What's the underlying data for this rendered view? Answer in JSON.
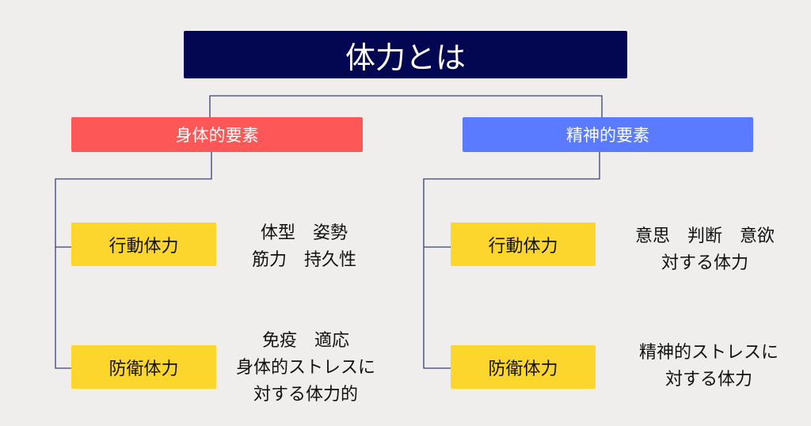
{
  "title": "体力とは",
  "categories": [
    {
      "label": "身体的要素",
      "color": "#fe5757",
      "items": [
        {
          "label": "行動体力",
          "desc": [
            "体型　姿勢",
            "筋力　持久性"
          ]
        },
        {
          "label": "防衛体力",
          "desc": [
            "免疫　適応",
            "身体的ストレスに",
            "対する体力的"
          ]
        }
      ]
    },
    {
      "label": "精神的要素",
      "color": "#5a7bff",
      "items": [
        {
          "label": "行動体力",
          "desc": [
            "意思　判断　意欲",
            "対する体力"
          ]
        },
        {
          "label": "防衛体力",
          "desc": [
            "精神的ストレスに",
            "対する体力"
          ]
        }
      ]
    }
  ],
  "colors": {
    "title_bg": "#030751",
    "item_bg": "#fcd62d",
    "line": "#3a3f78",
    "background": "#efeeed"
  }
}
